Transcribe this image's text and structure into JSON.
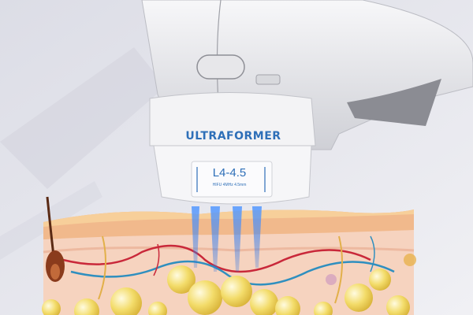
{
  "device": {
    "brand": "ULTRAFORMER",
    "cartridge_model": "L4-4.5",
    "cartridge_spec": "HIFU 4MHz 4.5mm"
  },
  "colors": {
    "background": "#e9eaf0",
    "device_white": "#f4f4f6",
    "brand_blue": "#2e6fb8",
    "ultrasound_beam": "#3f7de0",
    "skin_epidermis": "#f1b98c",
    "skin_dermis": "#f6d3bf",
    "fat_cells": "#f3dc6a",
    "vessel_red": "#c9283a",
    "vessel_blue": "#2f8fbf"
  },
  "icons": [
    "ultrasound-beam-icon",
    "hair-follicle-icon"
  ]
}
